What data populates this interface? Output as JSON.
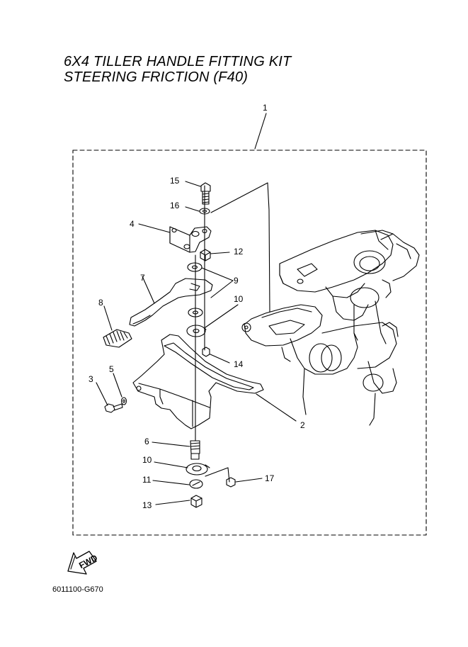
{
  "header": {
    "title_line1": "6X4 TILLER HANDLE FITTING KIT",
    "title_line2": "STEERING FRICTION (F40)"
  },
  "parts": [
    {
      "num": "1"
    },
    {
      "num": "2"
    },
    {
      "num": "3"
    },
    {
      "num": "4"
    },
    {
      "num": "5"
    },
    {
      "num": "6"
    },
    {
      "num": "7"
    },
    {
      "num": "8"
    },
    {
      "num": "9"
    },
    {
      "num": "10"
    },
    {
      "num": "10"
    },
    {
      "num": "11"
    },
    {
      "num": "12"
    },
    {
      "num": "13"
    },
    {
      "num": "14"
    },
    {
      "num": "15"
    },
    {
      "num": "16"
    },
    {
      "num": "17"
    }
  ],
  "fwd_label": "FWD",
  "footer": {
    "diagram_code": "6011100-G670"
  },
  "colors": {
    "ink": "#000000",
    "background": "#ffffff"
  }
}
